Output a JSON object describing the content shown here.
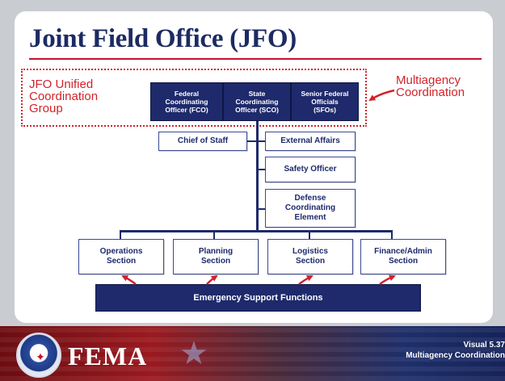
{
  "title": "Joint Field Office (JFO)",
  "ucg_label_lines": [
    "JFO Unified",
    "Coordination",
    "Group"
  ],
  "multiagency_lines": [
    "Multiagency",
    "Coordination"
  ],
  "top_cells": [
    {
      "lines": [
        "Federal",
        "Coordinating",
        "Officer (FCO)"
      ]
    },
    {
      "lines": [
        "State",
        "Coordinating",
        "Officer (SCO)"
      ]
    },
    {
      "lines": [
        "Senior Federal",
        "Officials",
        "(SFOs)"
      ]
    }
  ],
  "chief_of_staff": "Chief of Staff",
  "external_affairs": "External Affairs",
  "safety_officer": "Safety Officer",
  "defense_lines": [
    "Defense",
    "Coordinating",
    "Element"
  ],
  "sections": [
    {
      "lines": [
        "Operations",
        "Section"
      ]
    },
    {
      "lines": [
        "Planning",
        "Section"
      ]
    },
    {
      "lines": [
        "Logistics",
        "Section"
      ]
    },
    {
      "lines": [
        "Finance/Admin",
        "Section"
      ]
    }
  ],
  "esf": "Emergency Support Functions",
  "footer": {
    "brand": "FEMA",
    "visual_number": "Visual 5.37",
    "visual_subtitle": "Multiagency Coordination"
  },
  "colors": {
    "navy": "#1e2a6b",
    "red": "#d2232a",
    "title_blue": "#1d2b63"
  }
}
